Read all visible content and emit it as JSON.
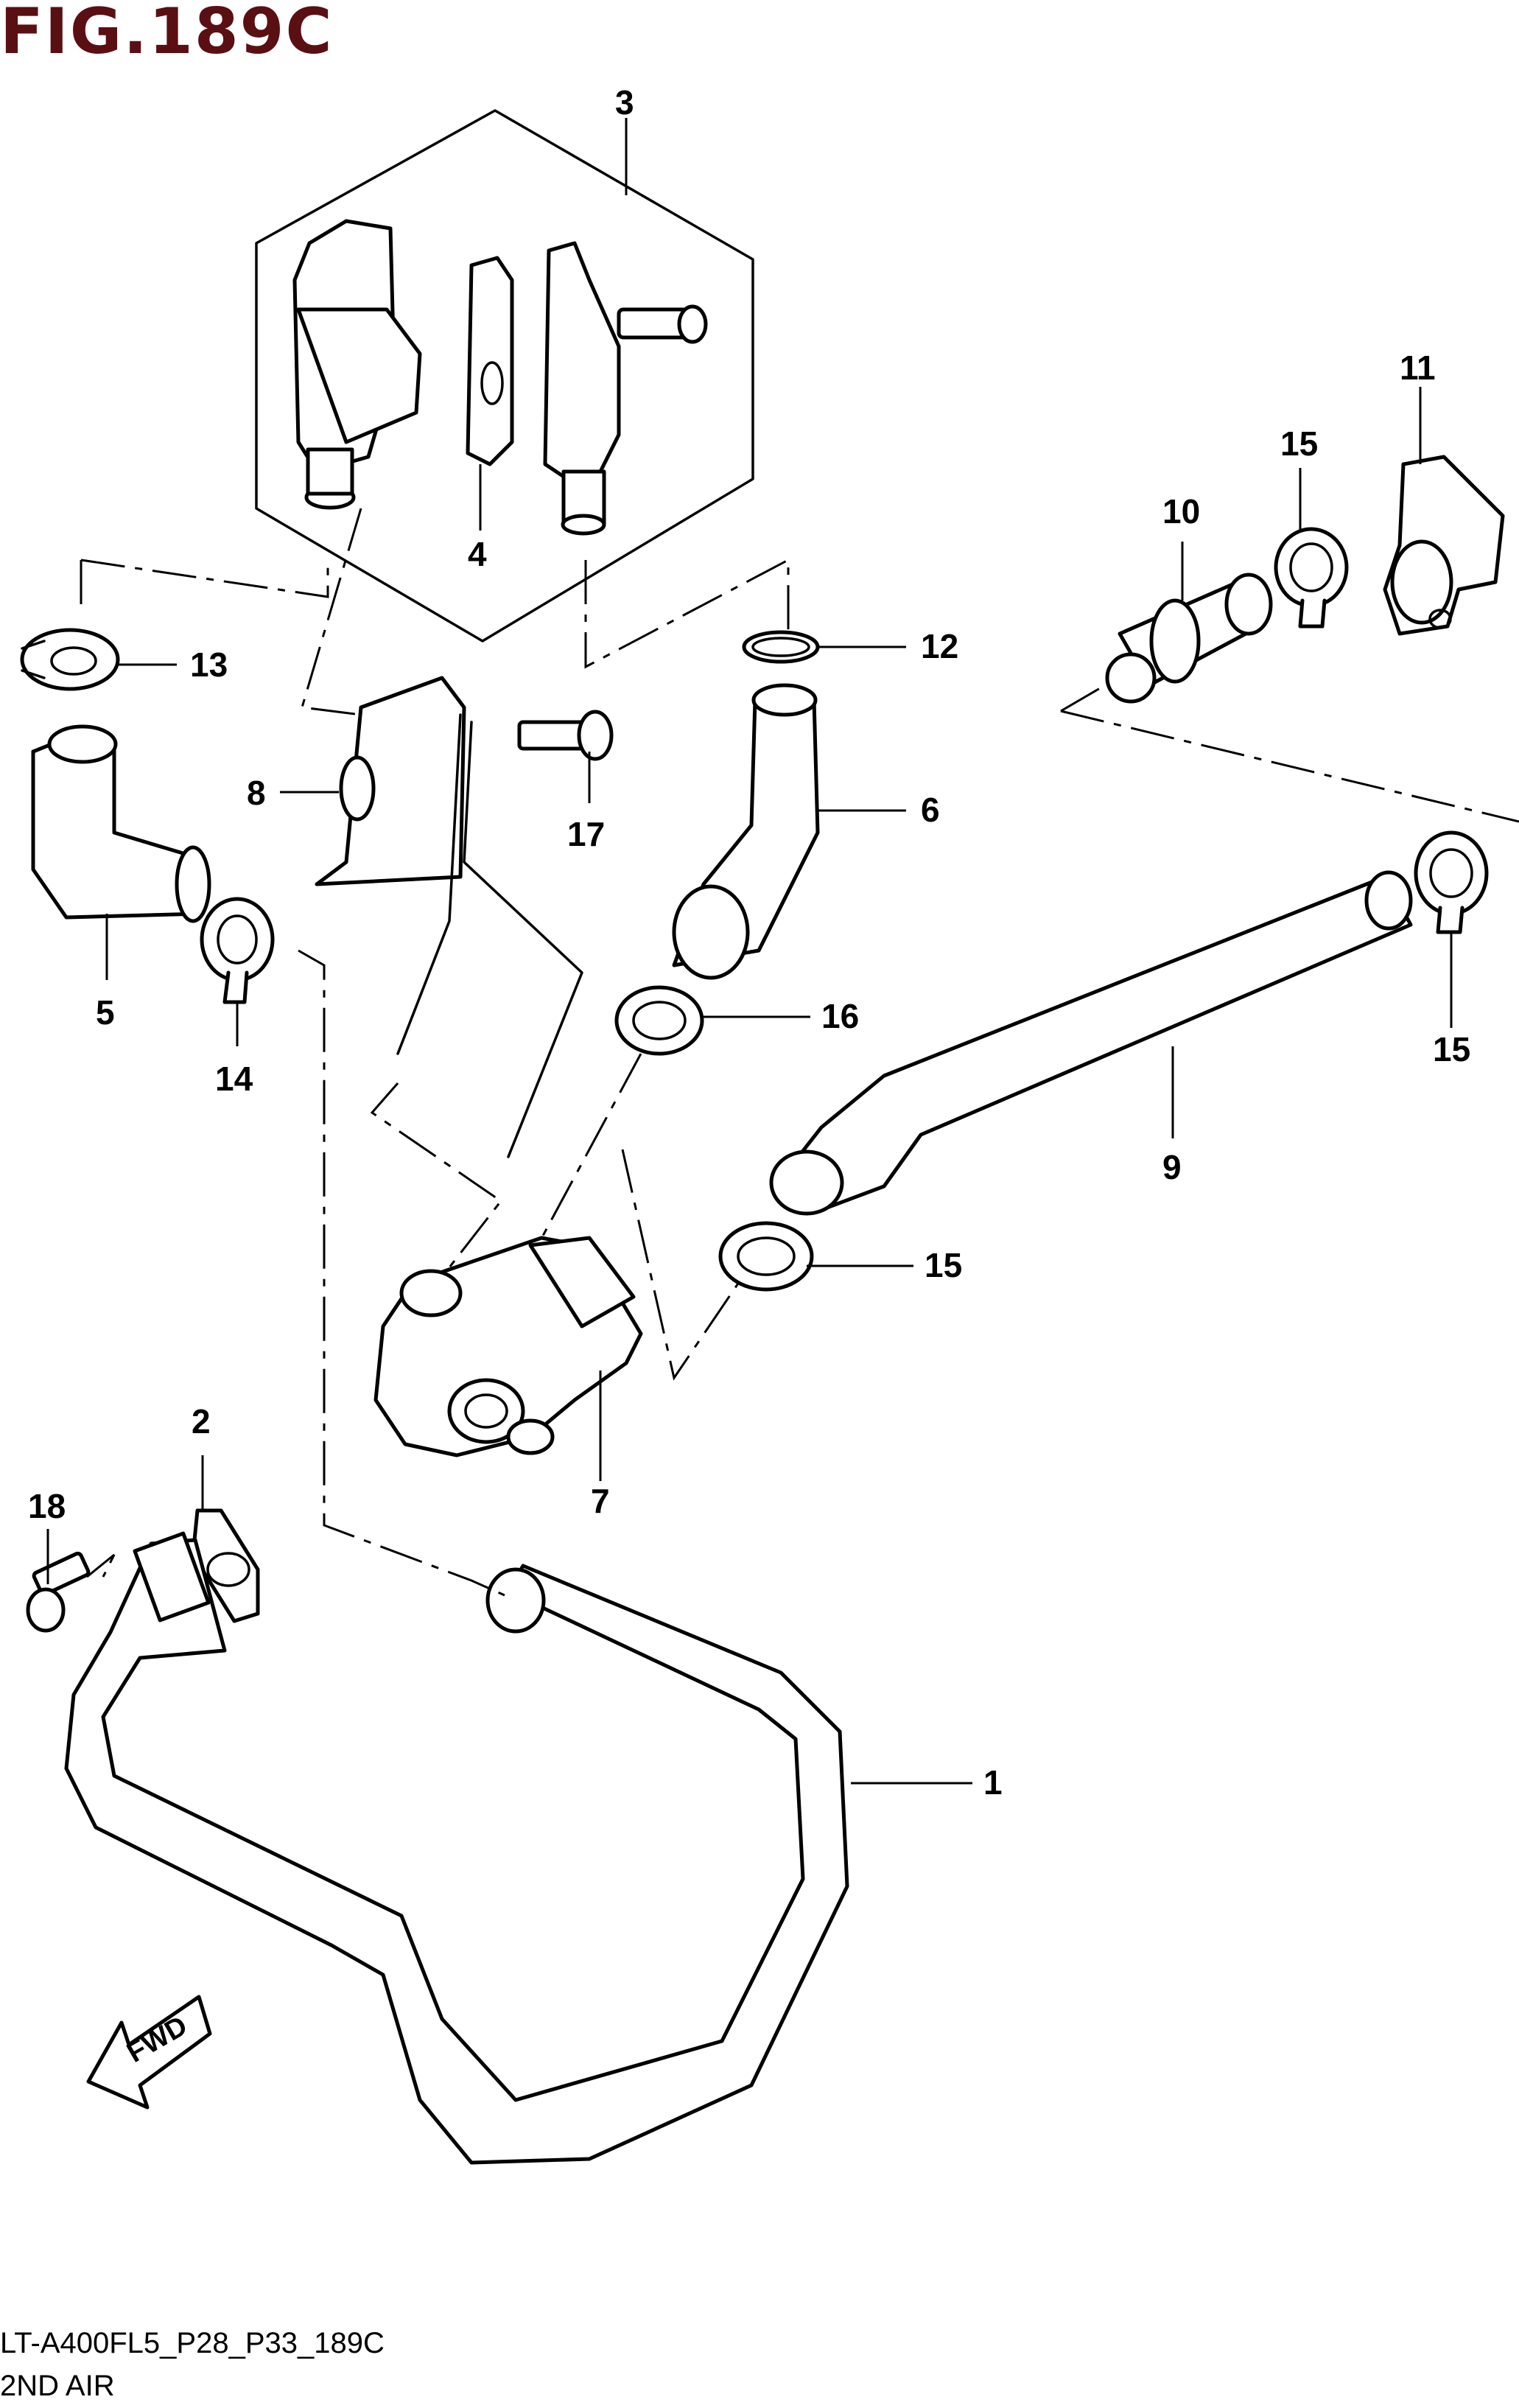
{
  "header": {
    "figure_title": "FIG.189C"
  },
  "footer": {
    "model_code": "LT-A400FL5_P28_P33_189C",
    "section_name": "2ND AIR"
  },
  "direction_badge": {
    "label": "FWD"
  },
  "callouts": [
    "1",
    "2",
    "3",
    "4",
    "5",
    "6",
    "7",
    "8",
    "9",
    "10",
    "11",
    "12",
    "13",
    "14",
    "15",
    "15",
    "15",
    "16",
    "17",
    "18"
  ]
}
